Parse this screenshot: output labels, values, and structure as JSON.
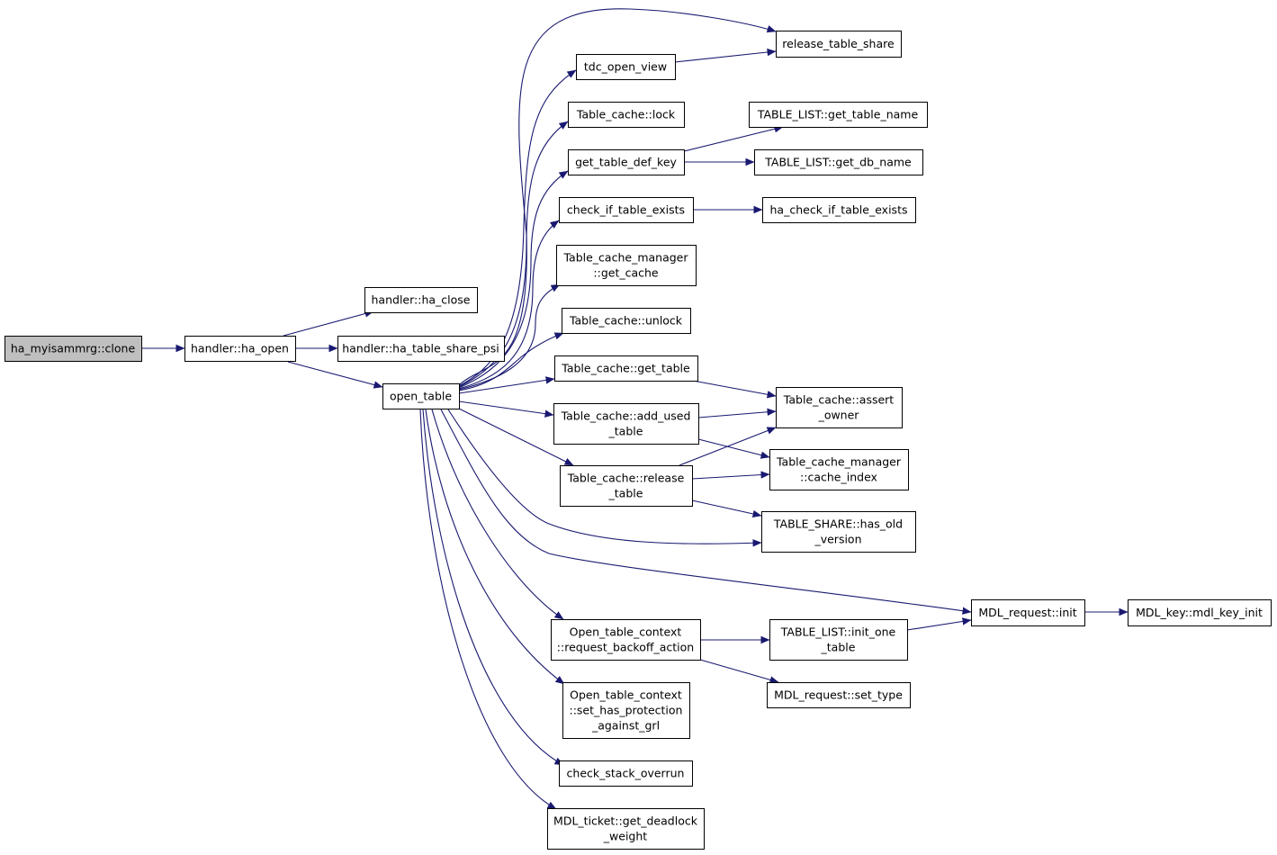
{
  "graph": {
    "root": "ha_myisammrg::clone",
    "nodes": [
      {
        "id": "n_clone",
        "name": "node-ha-myisammrg-clone",
        "lines": [
          "ha_myisammrg::clone"
        ],
        "root": true
      },
      {
        "id": "n_ha_open",
        "name": "node-handler-ha-open",
        "lines": [
          "handler::ha_open"
        ]
      },
      {
        "id": "n_ha_close",
        "name": "node-handler-ha-close",
        "lines": [
          "handler::ha_close"
        ]
      },
      {
        "id": "n_share_psi",
        "name": "node-handler-ha-table-share-psi",
        "lines": [
          "handler::ha_table_share_psi"
        ]
      },
      {
        "id": "n_open_table",
        "name": "node-open-table",
        "lines": [
          "open_table"
        ]
      },
      {
        "id": "n_release_share",
        "name": "node-release-table-share",
        "lines": [
          "release_table_share"
        ]
      },
      {
        "id": "n_tdc_open_view",
        "name": "node-tdc-open-view",
        "lines": [
          "tdc_open_view"
        ]
      },
      {
        "id": "n_tc_lock",
        "name": "node-table-cache-lock",
        "lines": [
          "Table_cache::lock"
        ]
      },
      {
        "id": "n_get_tdk",
        "name": "node-get-table-def-key",
        "lines": [
          "get_table_def_key"
        ]
      },
      {
        "id": "n_tl_get_table_name",
        "name": "node-table-list-get-table-name",
        "lines": [
          "TABLE_LIST::get_table_name"
        ]
      },
      {
        "id": "n_tl_get_db_name",
        "name": "node-table-list-get-db-name",
        "lines": [
          "TABLE_LIST::get_db_name"
        ]
      },
      {
        "id": "n_check_exists",
        "name": "node-check-if-table-exists",
        "lines": [
          "check_if_table_exists"
        ]
      },
      {
        "id": "n_ha_check_exists",
        "name": "node-ha-check-if-table-exists",
        "lines": [
          "ha_check_if_table_exists"
        ]
      },
      {
        "id": "n_tcm_get_cache",
        "name": "node-table-cache-manager-get-cache",
        "lines": [
          "Table_cache_manager",
          "::get_cache"
        ]
      },
      {
        "id": "n_tc_unlock",
        "name": "node-table-cache-unlock",
        "lines": [
          "Table_cache::unlock"
        ]
      },
      {
        "id": "n_tc_get_table",
        "name": "node-table-cache-get-table",
        "lines": [
          "Table_cache::get_table"
        ]
      },
      {
        "id": "n_tc_assert_owner",
        "name": "node-table-cache-assert-owner",
        "lines": [
          "Table_cache::assert",
          "_owner"
        ]
      },
      {
        "id": "n_tc_add_used",
        "name": "node-table-cache-add-used-table",
        "lines": [
          "Table_cache::add_used",
          "_table"
        ]
      },
      {
        "id": "n_tcm_cache_index",
        "name": "node-table-cache-manager-cache-index",
        "lines": [
          "Table_cache_manager",
          "::cache_index"
        ]
      },
      {
        "id": "n_tc_release",
        "name": "node-table-cache-release-table",
        "lines": [
          "Table_cache::release",
          "_table"
        ]
      },
      {
        "id": "n_ts_has_old",
        "name": "node-table-share-has-old-version",
        "lines": [
          "TABLE_SHARE::has_old",
          "_version"
        ]
      },
      {
        "id": "n_mdl_req_init",
        "name": "node-mdl-request-init",
        "lines": [
          "MDL_request::init"
        ]
      },
      {
        "id": "n_mdl_key_init",
        "name": "node-mdl-key-mdl-key-init",
        "lines": [
          "MDL_key::mdl_key_init"
        ]
      },
      {
        "id": "n_otc_backoff",
        "name": "node-open-table-context-request-backoff-action",
        "lines": [
          "Open_table_context",
          "::request_backoff_action"
        ]
      },
      {
        "id": "n_tl_init_one",
        "name": "node-table-list-init-one-table",
        "lines": [
          "TABLE_LIST::init_one",
          "_table"
        ]
      },
      {
        "id": "n_mdl_set_type",
        "name": "node-mdl-request-set-type",
        "lines": [
          "MDL_request::set_type"
        ]
      },
      {
        "id": "n_otc_set_prot",
        "name": "node-open-table-context-set-has-protection",
        "lines": [
          "Open_table_context",
          "::set_has_protection",
          "_against_grl"
        ]
      },
      {
        "id": "n_check_stack",
        "name": "node-check-stack-overrun",
        "lines": [
          "check_stack_overrun"
        ]
      },
      {
        "id": "n_mdl_ticket",
        "name": "node-mdl-ticket-get-deadlock-weight",
        "lines": [
          "MDL_ticket::get_deadlock",
          "_weight"
        ]
      }
    ],
    "edges": [
      [
        "n_clone",
        "n_ha_open"
      ],
      [
        "n_ha_open",
        "n_ha_close"
      ],
      [
        "n_ha_open",
        "n_share_psi"
      ],
      [
        "n_ha_open",
        "n_open_table"
      ],
      [
        "n_open_table",
        "n_release_share"
      ],
      [
        "n_open_table",
        "n_tdc_open_view"
      ],
      [
        "n_open_table",
        "n_tc_lock"
      ],
      [
        "n_open_table",
        "n_get_tdk"
      ],
      [
        "n_open_table",
        "n_check_exists"
      ],
      [
        "n_open_table",
        "n_tcm_get_cache"
      ],
      [
        "n_open_table",
        "n_tc_unlock"
      ],
      [
        "n_open_table",
        "n_tc_get_table"
      ],
      [
        "n_open_table",
        "n_tc_add_used"
      ],
      [
        "n_open_table",
        "n_tc_release"
      ],
      [
        "n_open_table",
        "n_ts_has_old"
      ],
      [
        "n_open_table",
        "n_mdl_req_init"
      ],
      [
        "n_open_table",
        "n_otc_backoff"
      ],
      [
        "n_open_table",
        "n_otc_set_prot"
      ],
      [
        "n_open_table",
        "n_check_stack"
      ],
      [
        "n_open_table",
        "n_mdl_ticket"
      ],
      [
        "n_tdc_open_view",
        "n_release_share"
      ],
      [
        "n_get_tdk",
        "n_tl_get_table_name"
      ],
      [
        "n_get_tdk",
        "n_tl_get_db_name"
      ],
      [
        "n_check_exists",
        "n_ha_check_exists"
      ],
      [
        "n_tc_get_table",
        "n_tc_assert_owner"
      ],
      [
        "n_tc_add_used",
        "n_tc_assert_owner"
      ],
      [
        "n_tc_add_used",
        "n_tcm_cache_index"
      ],
      [
        "n_tc_release",
        "n_tc_assert_owner"
      ],
      [
        "n_tc_release",
        "n_tcm_cache_index"
      ],
      [
        "n_tc_release",
        "n_ts_has_old"
      ],
      [
        "n_mdl_req_init",
        "n_mdl_key_init"
      ],
      [
        "n_otc_backoff",
        "n_tl_init_one"
      ],
      [
        "n_otc_backoff",
        "n_mdl_set_type"
      ],
      [
        "n_tl_init_one",
        "n_mdl_req_init"
      ]
    ],
    "colors": {
      "edge": "#191970",
      "root_fill": "#bfbfbf",
      "node_fill": "#ffffff",
      "node_border": "#000000"
    }
  }
}
